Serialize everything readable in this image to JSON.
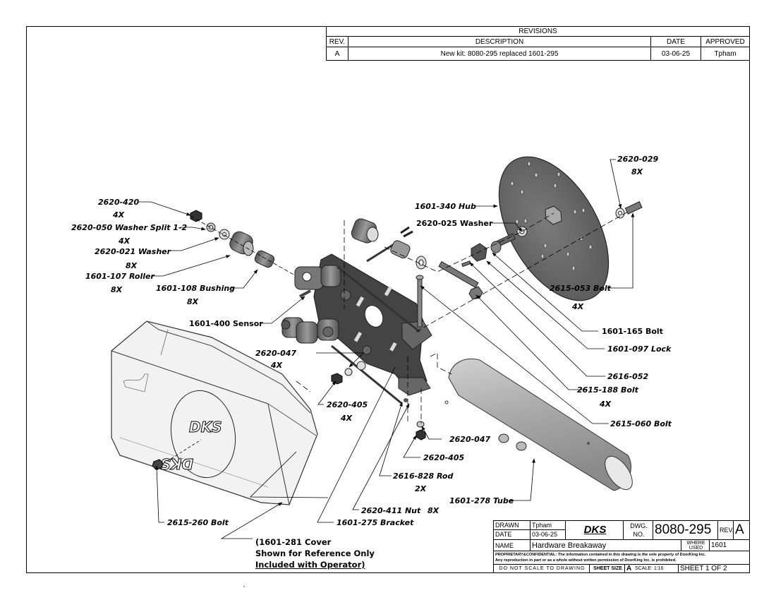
{
  "revisions": {
    "title": "REVISIONS",
    "columns": [
      "REV.",
      "DESCRIPTION",
      "DATE",
      "APPROVED"
    ],
    "rows": [
      {
        "rev": "A",
        "description": "New kit:  8080-295 replaced 1601-295",
        "date": "03-06-25",
        "approved": "Tpham"
      }
    ]
  },
  "callouts": {
    "c2620_420": {
      "part": "2620-420",
      "qty": "4X"
    },
    "c2620_050": {
      "part": "2620-050 Washer Split 1-2",
      "qty": "4X"
    },
    "c2620_021": {
      "part": "2620-021 Washer",
      "qty": "8X"
    },
    "c1601_107": {
      "part": "1601-107 Roller",
      "qty": "8X"
    },
    "c1601_108": {
      "part": "1601-108 Bushing",
      "qty": "8X"
    },
    "c1601_340": {
      "part": "1601-340 Hub"
    },
    "c2620_025": {
      "part": "2620-025 Washer"
    },
    "c2620_029": {
      "part": "2620-029",
      "qty": "8X"
    },
    "c2615_053": {
      "part": "2615-053 Bolt",
      "qty": "4X"
    },
    "c1601_400": {
      "part": "1601-400 Sensor"
    },
    "c1601_165": {
      "part": "1601-165 Bolt"
    },
    "c1601_097": {
      "part": "1601-097 Lock"
    },
    "c2620_047a": {
      "part": "2620-047",
      "qty": "4X"
    },
    "c2616_052": {
      "part": "2616-052"
    },
    "c2615_188": {
      "part": "2615-188 Bolt",
      "qty": "4X"
    },
    "c2620_405a": {
      "part": "2620-405",
      "qty": "4X"
    },
    "c2615_060": {
      "part": "2615-060 Bolt"
    },
    "c2620_047b": {
      "part": "2620-047"
    },
    "c2620_405b": {
      "part": "2620-405"
    },
    "c2616_828": {
      "part": "2616-828 Rod",
      "qty": "2X"
    },
    "c1601_278": {
      "part": "1601-278 Tube"
    },
    "c2620_411": {
      "part": "2620-411 Nut",
      "qty": "8X"
    },
    "c1601_275": {
      "part": "1601-275 Bracket"
    },
    "c2615_260": {
      "part": "2615-260 Bolt"
    }
  },
  "cover_note": {
    "line1": "(1601-281 Cover",
    "line2": "Shown for Reference Only",
    "line3": "Included with Operator)"
  },
  "cover_logo": "DKS",
  "title_block": {
    "drawn_label": "DRAWN",
    "drawn_value": "Tpham",
    "date_label": "DATE",
    "date_value": "03-06-25",
    "logo": "DKS",
    "dwg_no_label_1": "DWG.",
    "dwg_no_label_2": "NO.",
    "dwg_no": "8080-295",
    "rev_label": "REV.",
    "rev_value": "A",
    "name_label": "NAME",
    "name_value": "Hardware Breakaway",
    "where_used_label_1": "WHERE",
    "where_used_label_2": "USED",
    "where_used_value": "1601",
    "proprietary_line1": "PROPRIETARY&CONFIDENTIAL: The information contained in this drawing is the sole property of DoorKing Inc.",
    "proprietary_line2": "Any reproduction in part or as a whole without written permission of DoorKing Inc. is prohibited.",
    "do_not_scale": "DO NOT SCALE TO DRAWING",
    "sheet_size_label": "SHEET SIZE",
    "sheet_size_value": "A",
    "scale": "SCALE: 1:16",
    "sheet": "SHEET 1  OF 2"
  },
  "stray_mark": "`"
}
